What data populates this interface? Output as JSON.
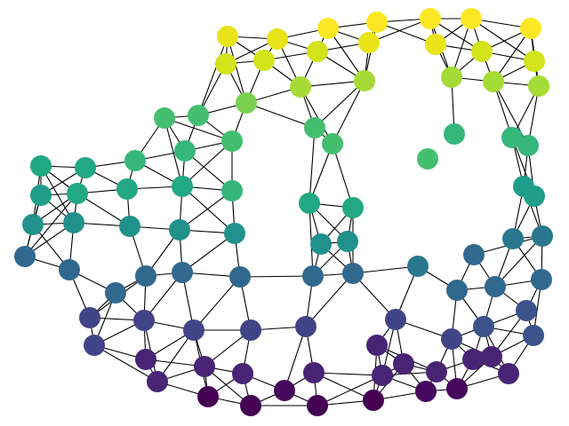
{
  "graph": {
    "type": "node-link network",
    "edge_color": "#000000",
    "background": "#ffffff",
    "colormap": "viridis",
    "node_colors": [
      "#440154",
      "#46085c",
      "#482475",
      "#414487",
      "#3b528b",
      "#31688e",
      "#2a788e",
      "#21918c",
      "#1f9e89",
      "#22a884",
      "#35b779",
      "#44bf70",
      "#7ad151",
      "#a5db36",
      "#d2e21b",
      "#e8e419",
      "#fde725"
    ],
    "node_count": 95
  }
}
